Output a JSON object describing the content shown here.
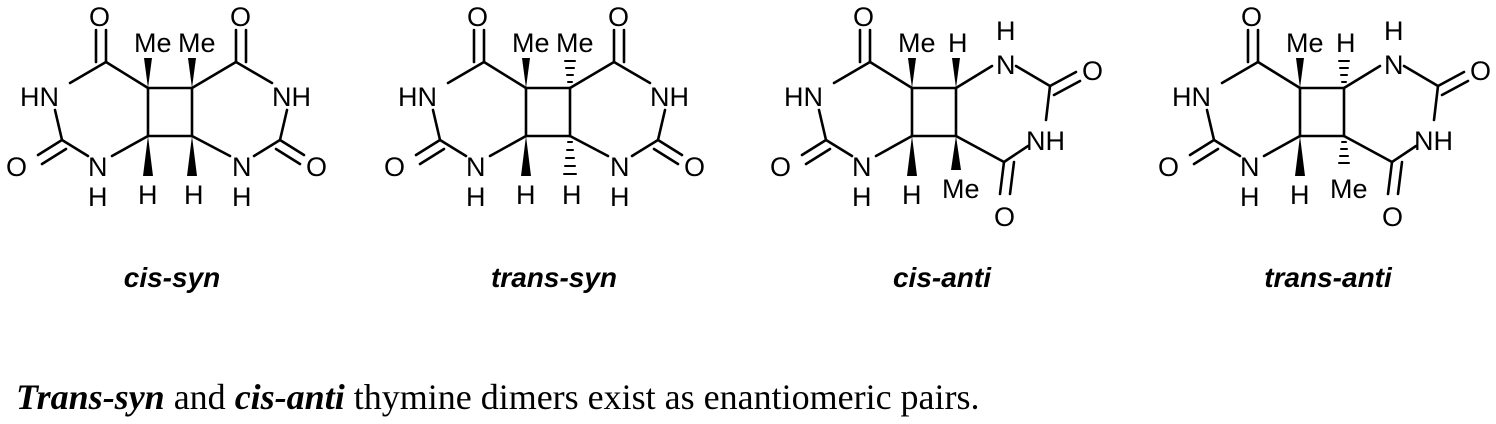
{
  "figure": {
    "structures": [
      {
        "name": "cis-syn"
      },
      {
        "name": "trans-syn"
      },
      {
        "name": "cis-anti"
      },
      {
        "name": "trans-anti"
      }
    ],
    "caption": {
      "part1": "Trans-syn",
      "part2": " and ",
      "part3": "cis-anti",
      "part4": " thymine dimers exist as enantiomeric pairs."
    }
  }
}
